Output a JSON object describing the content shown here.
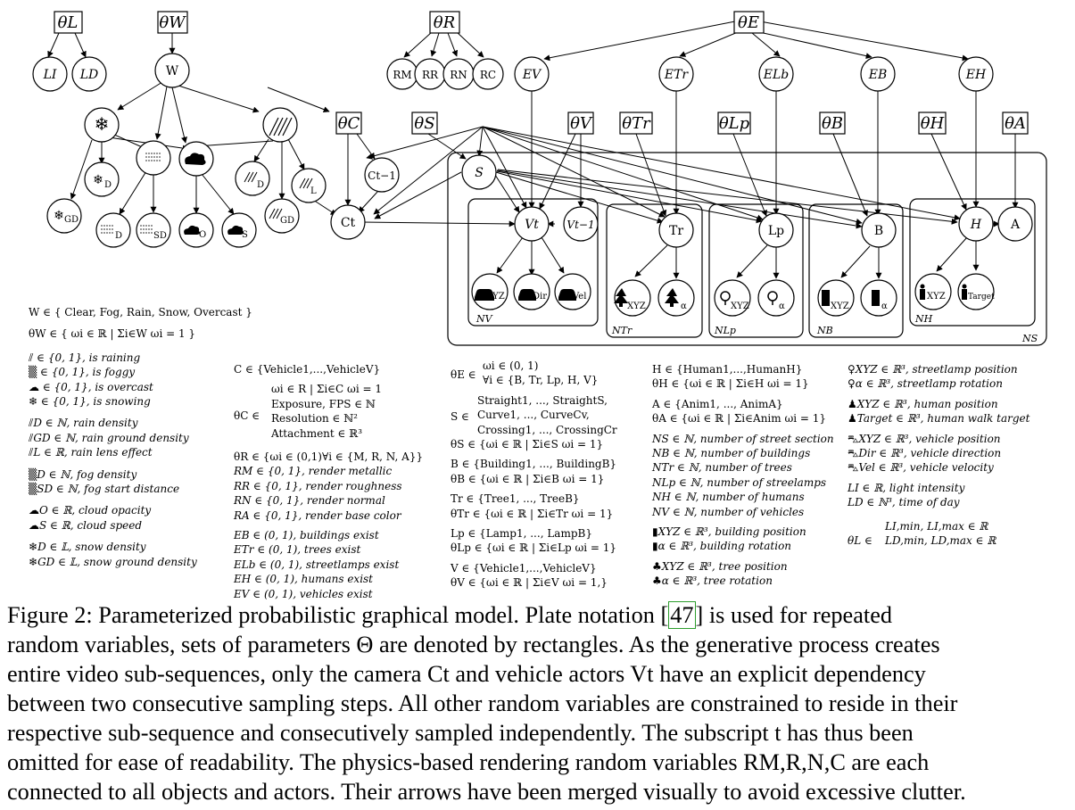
{
  "nodes": {
    "theta_L": "θL",
    "theta_W": "θW",
    "theta_R": "θR",
    "theta_E": "θE",
    "L_I": "LI",
    "L_D": "LD",
    "W": "W",
    "R_M": "RM",
    "R_R": "RR",
    "R_N": "RN",
    "R_C": "RC",
    "E_V": "EV",
    "E_Tr": "ETr",
    "E_Lb": "ELb",
    "E_B": "EB",
    "E_H": "EH",
    "theta_C": "θC",
    "C_prev": "Ct−1",
    "C_t": "Ct",
    "theta_S": "θS",
    "S": "S",
    "theta_V": "θV",
    "theta_Tr": "θTr",
    "theta_Lp": "θLp",
    "theta_B": "θB",
    "theta_H": "θH",
    "theta_A": "θA",
    "V_t": "Vt",
    "V_prev": "Vt−1",
    "Tr": "Tr",
    "Lp": "Lp",
    "B": "B",
    "H": "H",
    "A": "A",
    "snow_D": "D",
    "snow_GD": "GD",
    "fog_D": "D",
    "fog_SD": "SD",
    "cloud_O": "O",
    "cloud_S": "S",
    "rain_D": "D",
    "rain_L": "L",
    "rain_GD": "GD",
    "veh_xyz": "XYZ",
    "veh_dir": "Dir",
    "veh_vel": "Vel",
    "tree_xyz": "XYZ",
    "tree_alpha": "α",
    "lamp_xyz": "XYZ",
    "lamp_alpha": "α",
    "bld_xyz": "XYZ",
    "bld_alpha": "α",
    "hum_xyz": "XYZ",
    "hum_target": "Target"
  },
  "plates": {
    "N_V": "NV",
    "N_Tr": "NTr",
    "N_Lp": "NLp",
    "N_B": "NB",
    "N_H": "NH",
    "N_S": "NS"
  },
  "icons": [
    "snowflake-icon",
    "fog-icon",
    "cloud-icon",
    "rain-icon",
    "car-icon",
    "tree-icon",
    "streetlamp-icon",
    "building-icon",
    "human-icon"
  ],
  "legend": {
    "col1": [
      "W ∈ { Clear, Fog, Rain, Snow, Overcast }",
      "θW ∈ { ωi ∈ ℝ | Σi∈W ωi = 1 }",
      "∈ {0, 1},  is raining",
      "∈ {0, 1},  is foggy",
      "∈ {0, 1},  is overcast",
      "∈ {0, 1},  is snowing",
      "D ∈ ℕ, rain density",
      "GD ∈ ℕ, rain ground density",
      "L ∈ ℝ, rain lens effect",
      "D ∈ ℕ, fog density",
      "SD ∈ ℕ, fog start distance",
      "O ∈ ℝ, cloud opacity",
      "S ∈ ℝ, cloud speed",
      "D ∈ 𝕃, snow density",
      "GD ∈ 𝕃, snow ground density"
    ],
    "col2": [
      "C ∈ {Vehicle1,...,VehicleV}",
      "ωi ∈ R | Σi∈C ωi = 1",
      "θC ∈",
      "Exposure, FPS ∈ ℕ",
      "Resolution ∈ ℕ²",
      "Attachment ∈ ℝ³",
      "θR ∈ {ωi ∈ (0,1)∀i ∈ {M, R, N, A}}",
      "RM ∈ {0, 1}, render metallic",
      "RR ∈ {0, 1}, render roughness",
      "RN ∈ {0, 1}, render normal",
      "RA ∈ {0, 1}, render base color",
      "EB ∈ (0, 1), buildings exist",
      "ETr ∈ (0, 1), trees exist",
      "ELb ∈ (0, 1), streetlamps exist",
      "EH ∈ (0, 1), humans exist",
      "EV ∈ (0, 1), vehicles exist"
    ],
    "col3": [
      "ωi ∈ (0, 1)",
      "θE ∈",
      "∀i ∈ {B, Tr, Lp, H, V}",
      "Straight1, ..., StraightS,",
      "S ∈",
      "Curve1, ..., CurveCv,",
      "Crossing1, ..., CrossingCr",
      "θS ∈ {ωi ∈ ℝ | Σi∈S ωi = 1}",
      "B ∈ {Building1, ..., BuildingB}",
      "θB ∈ {ωi ∈ ℝ | Σi∈B ωi = 1}",
      "Tr ∈ {Tree1, ..., TreeB}",
      "θTr ∈ {ωi ∈ ℝ | Σi∈Tr ωi = 1}",
      "Lp ∈ {Lamp1, ..., LampB}",
      "θLp ∈ {ωi ∈ ℝ | Σi∈Lp ωi = 1}",
      "V ∈ {Vehicle1,...,VehicleV}",
      "θV ∈ {ωi ∈ ℝ | Σi∈V ωi = 1,}"
    ],
    "col4": [
      "H ∈ {Human1,...,HumanH}",
      "θH ∈ {ωi ∈ ℝ | Σi∈H ωi = 1}",
      "A ∈ {Anim1, ..., AnimA}",
      "θA ∈ {ωi ∈ ℝ | Σi∈Anim ωi = 1}",
      "NS ∈ ℕ, number of street section",
      "NB ∈ ℕ, number of buildings",
      "NTr ∈ ℕ, number of trees",
      "NLp ∈ ℕ, number of streelamps",
      "NH ∈ ℕ, number of humans",
      "NV ∈ ℕ, number of vehicles",
      "XYZ ∈ ℝ³, building position",
      "α ∈ ℝ³, building rotation",
      "XYZ ∈ ℝ³, tree position",
      "α ∈ ℝ³, tree rotation"
    ],
    "col5": [
      "XYZ ∈ ℝ³, streetlamp position",
      "α ∈ ℝ³, streetlamp rotation",
      "XYZ ∈ ℝ³, human position",
      "Target ∈ ℝ³, human walk target",
      "XYZ ∈ ℝ³, vehicle position",
      "Dir ∈ ℝ³, vehicle direction",
      "Vel ∈ ℝ³, vehicle velocity",
      "LI ∈ ℝ, light intensity",
      "LD ∈ ℕ³, time of day",
      "LI,min, LI,max ∈ ℝ",
      "θL ∈",
      "LD,min, LD,max ∈ ℝ"
    ]
  },
  "caption": [
    "Figure 2: Parameterized probabilistic graphical model. Plate notation [",
    "47",
    "] is used for repeated",
    "random variables, sets of parameters Θ are denoted by rectangles. As the generative process creates",
    "entire video sub-sequences, only the camera Ct and vehicle actors Vt have an explicit dependency",
    "between two consecutive sampling steps. All other random variables are constrained to reside in their",
    "respective sub-sequence and consecutively sampled independently. The subscript t has thus been",
    "omitted for ease of readability. The physics-based rendering random variables RM,R,N,C are each",
    "connected to all objects and actors. Their arrows have been merged visually to avoid excessive clutter."
  ]
}
